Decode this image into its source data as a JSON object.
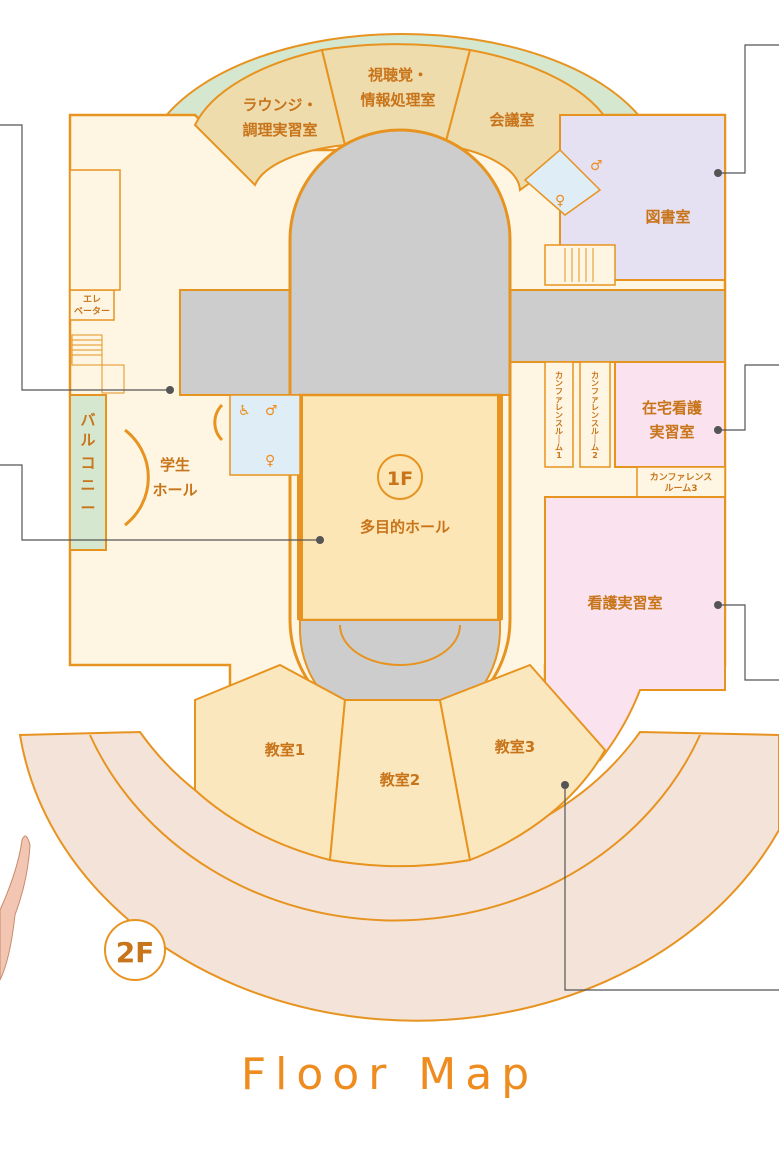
{
  "title": "Floor Map",
  "floors": {
    "upper": "2F",
    "lower": "1F"
  },
  "rooms": {
    "lounge": [
      "ラウンジ・",
      "調理実習室"
    ],
    "av": [
      "視聴覚・",
      "情報処理室"
    ],
    "meeting": "会議室",
    "library": "図書室",
    "elevator": [
      "エレ",
      "ベーター"
    ],
    "balcony": [
      "バ",
      "ル",
      "コ",
      "ニ",
      "ー"
    ],
    "student_hall": [
      "学生",
      "ホール"
    ],
    "multipurpose_hall": "多目的ホール",
    "conference1": [
      "カ",
      "ン",
      "フ",
      "ァ",
      "レ",
      "ン",
      "ス",
      "ル",
      "｜",
      "ム",
      "1"
    ],
    "conference2": [
      "カ",
      "ン",
      "フ",
      "ァ",
      "レ",
      "ン",
      "ス",
      "ル",
      "｜",
      "ム",
      "2"
    ],
    "conference3": [
      "カンファレンス",
      "ルーム3"
    ],
    "home_nursing": [
      "在宅看護",
      "実習室"
    ],
    "nursing_practice": "看護実習室",
    "classroom1": "教室1",
    "classroom2": "教室2",
    "classroom3": "教室3"
  },
  "icons": [
    "restroom-male-icon",
    "restroom-female-icon",
    "wheelchair-icon",
    "stairs-icon",
    "hand-pointer-icon"
  ],
  "colors": {
    "outline": "#e79320",
    "floor": "#fef6e3",
    "room": "#fbe7bd",
    "tan": "#efdcac",
    "library": "#e5e1f2",
    "nursing": "#fae3ee",
    "restroom": "#dfedf6",
    "balcony": "#d5e8cf",
    "gray": "#cdcdcd",
    "outer_ring": "#f4e3d8",
    "text": "#c8741a",
    "title": "#ee8c1f",
    "leader": "#555555"
  }
}
